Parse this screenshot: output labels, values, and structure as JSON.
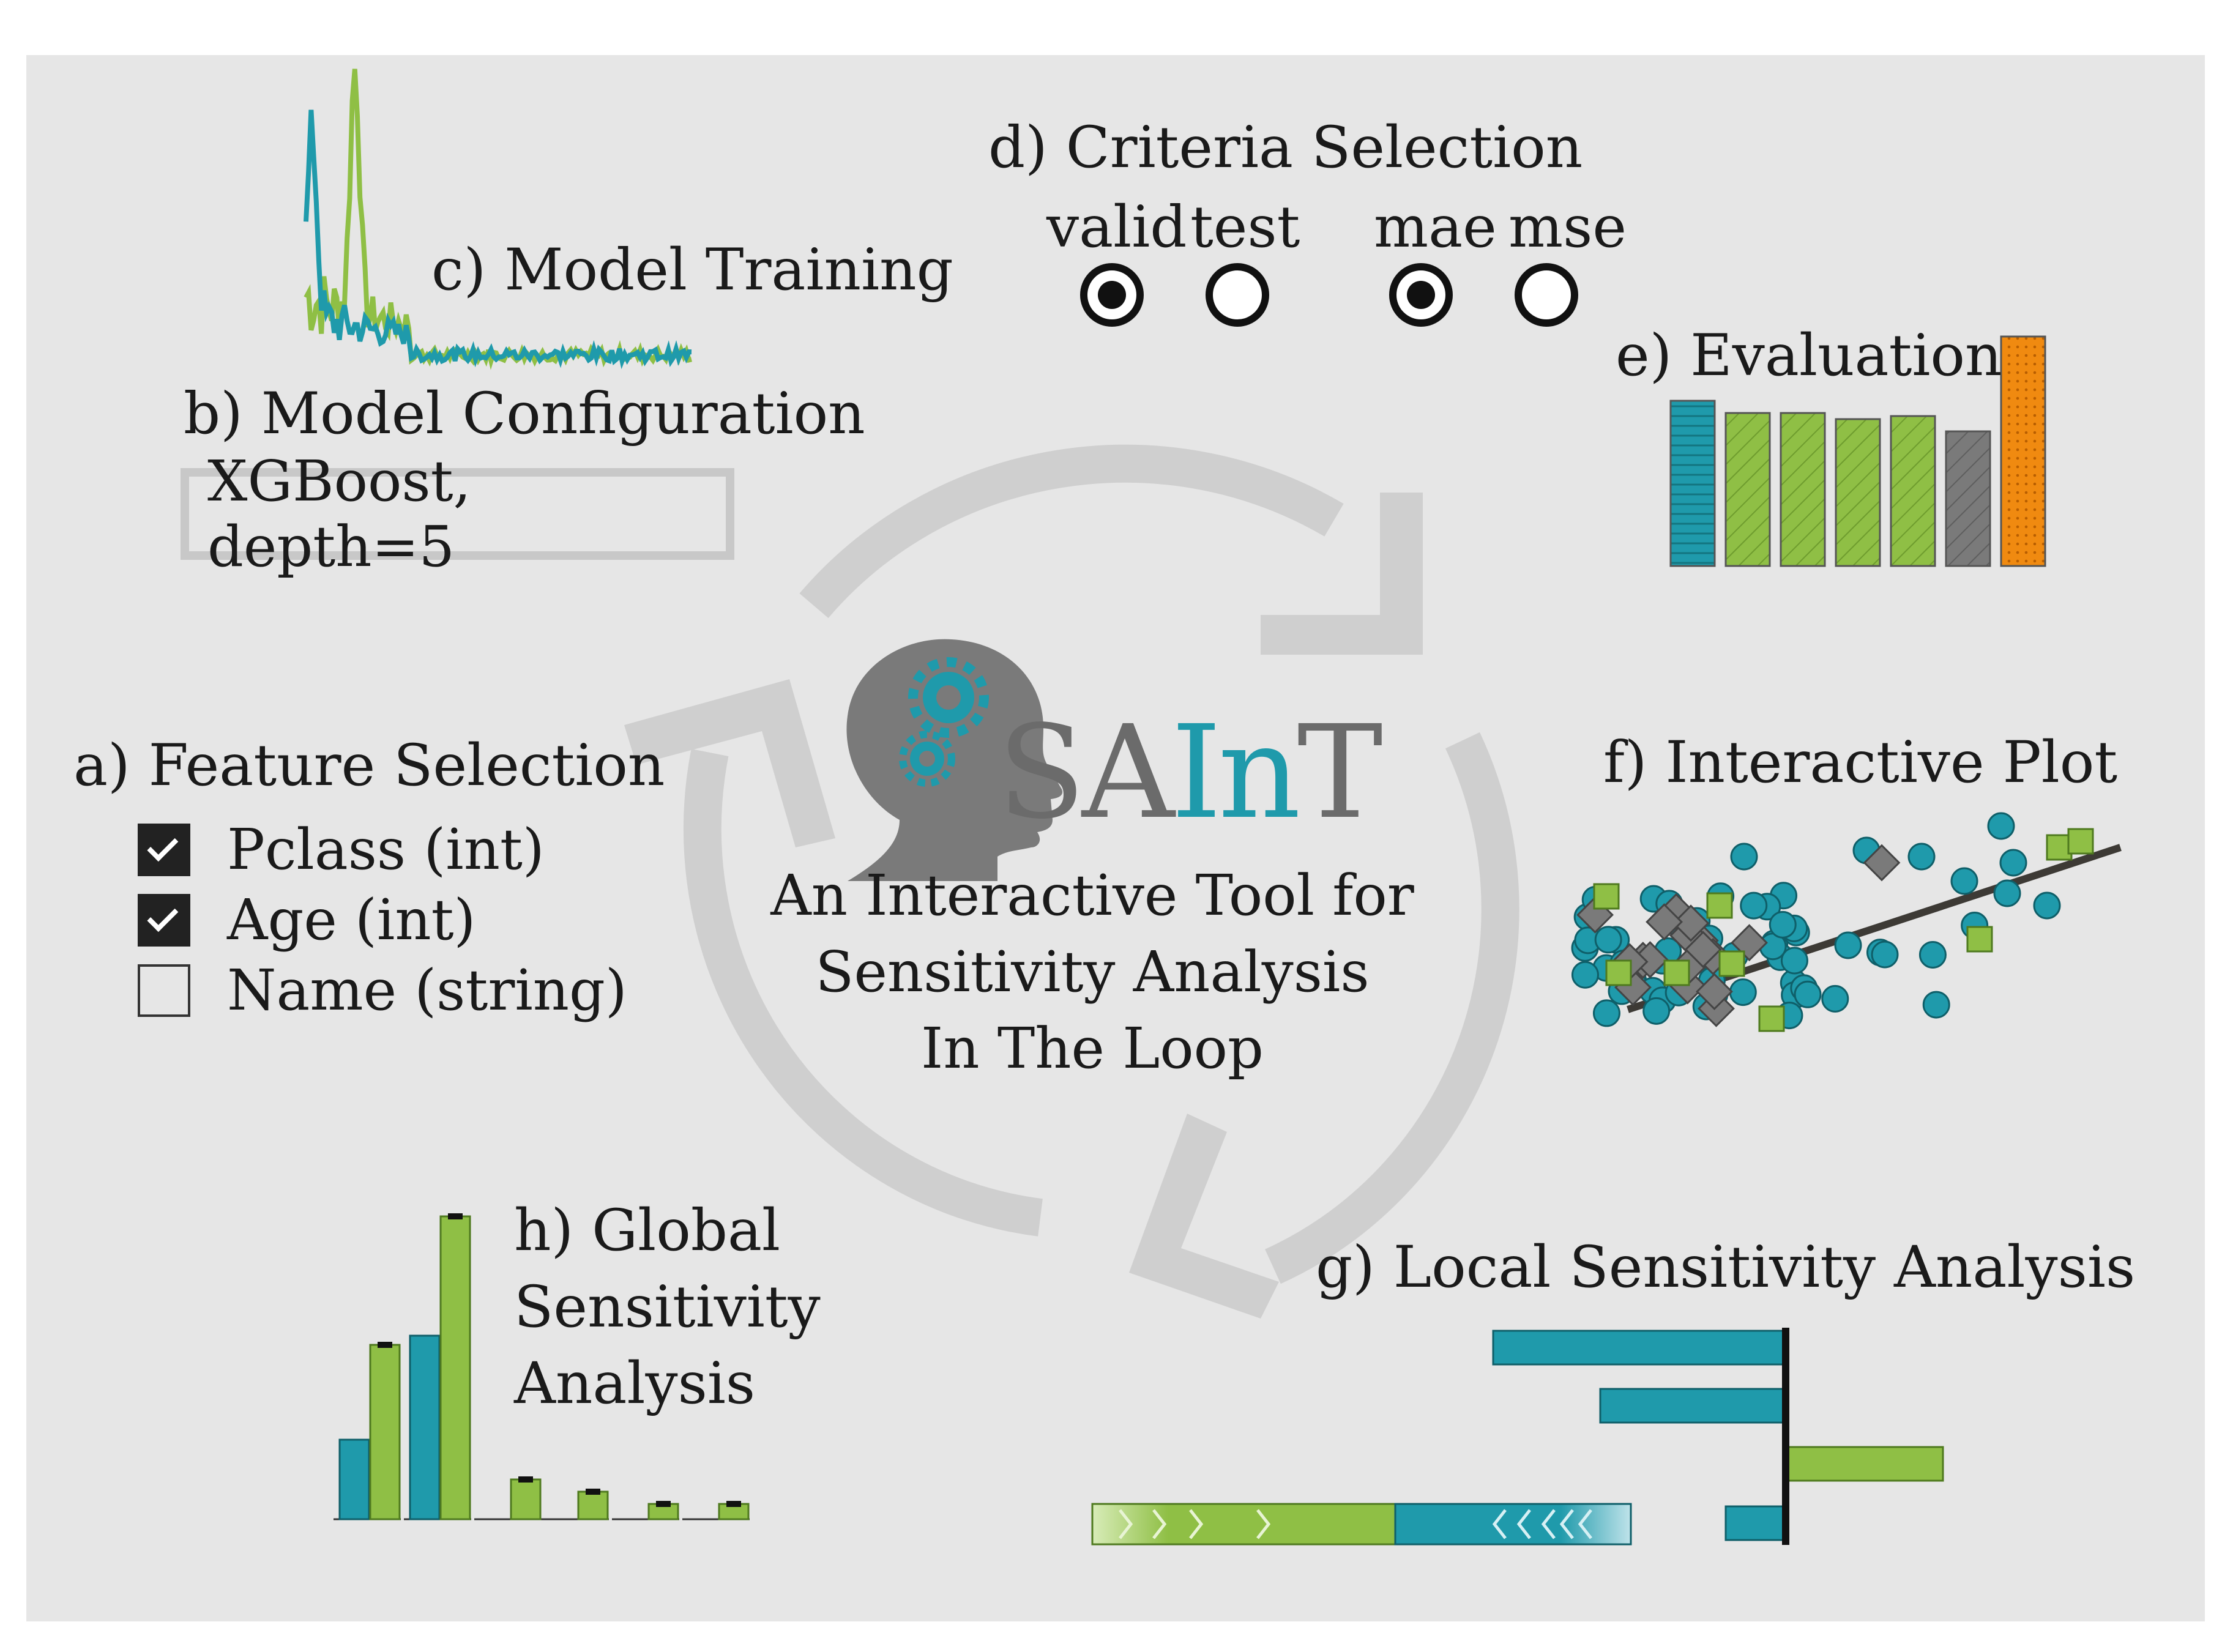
{
  "sections": {
    "a": "a) Feature Selection",
    "b": "b) Model Configuration",
    "c": "c) Model Training",
    "d": "d) Criteria Selection",
    "e": "e) Evaluation",
    "f": "f) Interactive Plot",
    "g": "g) Local Sensitivity Analysis",
    "h": [
      "h) Global",
      "Sensitivity",
      "Analysis"
    ]
  },
  "features": [
    {
      "label": "Pclass (int)",
      "checked": true
    },
    {
      "label": "Age (int)",
      "checked": true
    },
    {
      "label": "Name (string)",
      "checked": false
    }
  ],
  "model_config": "XGBoost, depth=5",
  "criteria": {
    "split_labels": [
      "valid",
      "test"
    ],
    "metric_labels": [
      "mae",
      "mse"
    ],
    "split_selected": "valid",
    "metric_selected": "mae"
  },
  "logo": {
    "text_dark_1": "SA",
    "text_accent": "In",
    "text_dark_2": "T"
  },
  "tagline": [
    "An Interactive Tool for",
    "Sensitivity Analysis",
    "In The Loop"
  ],
  "colors": {
    "teal": "#1f9aab",
    "green": "#8fbf45",
    "gray": "#7a7a7a",
    "orange": "#f08a10",
    "arrow": "#cfcfcf",
    "bg": "#e6e6e6"
  },
  "icons": [
    "head-gears-icon",
    "cycle-arrows-icon"
  ]
}
